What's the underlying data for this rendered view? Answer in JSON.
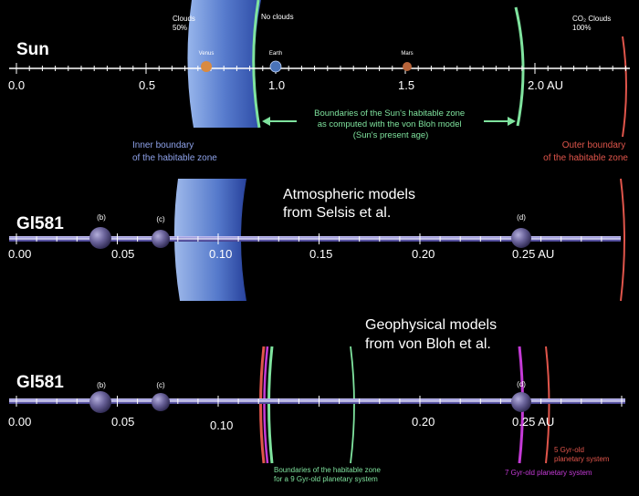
{
  "panels": [
    {
      "key": "sun",
      "star": "Sun",
      "ticks": [
        "0.0",
        "0.5",
        "1.0",
        "1.5",
        "2.0 AU"
      ],
      "planets": [
        {
          "name": "Venus",
          "au": 0.72,
          "color": "#d98a40"
        },
        {
          "name": "Earth",
          "au": 1.0,
          "color": "#4a73b8"
        },
        {
          "name": "Mars",
          "au": 1.52,
          "color": "#b8643a"
        }
      ],
      "zone_labels": {
        "clouds_50": "Clouds\n50%",
        "no_clouds": "No clouds",
        "co2_clouds": "CO₂ Clouds\n100%",
        "vonbloh_note": "Boundaries of the Sun's habitable zone\nas computed with the von Bloh model\n(Sun's present age)",
        "inner_boundary": "Inner boundary\nof the habitable zone",
        "outer_boundary": "Outer boundary\nof the habitable zone"
      }
    },
    {
      "key": "gl581_atm",
      "star": "Gl581",
      "ticks": [
        "0.00",
        "0.05",
        "0.10",
        "0.15",
        "0.20",
        "0.25 AU"
      ],
      "planets": [
        {
          "name": "(b)",
          "au": 0.041
        },
        {
          "name": "(c)",
          "au": 0.073
        },
        {
          "name": "(d)",
          "au": 0.25
        }
      ],
      "caption": "Atmospheric models\nfrom Selsis et al."
    },
    {
      "key": "gl581_geo",
      "star": "Gl581",
      "ticks": [
        "0.00",
        "0.05",
        "0.10",
        "0.20",
        "0.25 AU"
      ],
      "planets": [
        {
          "name": "(b)",
          "au": 0.041
        },
        {
          "name": "(c)",
          "au": 0.073
        },
        {
          "name": "(d)",
          "au": 0.25
        }
      ],
      "caption": "Geophysical models\nfrom von Bloh et al.",
      "legend": {
        "gyr9": "Boundaries of the habitable zone\nfor a 9 Gyr-old planetary system",
        "gyr5": "5 Gyr-old\nplanetary system",
        "gyr7": "7 Gyr-old planetary system"
      }
    }
  ],
  "colors": {
    "zone_fill": "#3f63c4",
    "zone_light": "#8fb3ff",
    "green": "#7fe39e",
    "red": "#e0554b",
    "magenta": "#c43ad6",
    "label_blue": "#8ea2ea",
    "planet": "#5b5487",
    "axis": "#ffffff",
    "orbit_bar": "#8a86d6"
  }
}
